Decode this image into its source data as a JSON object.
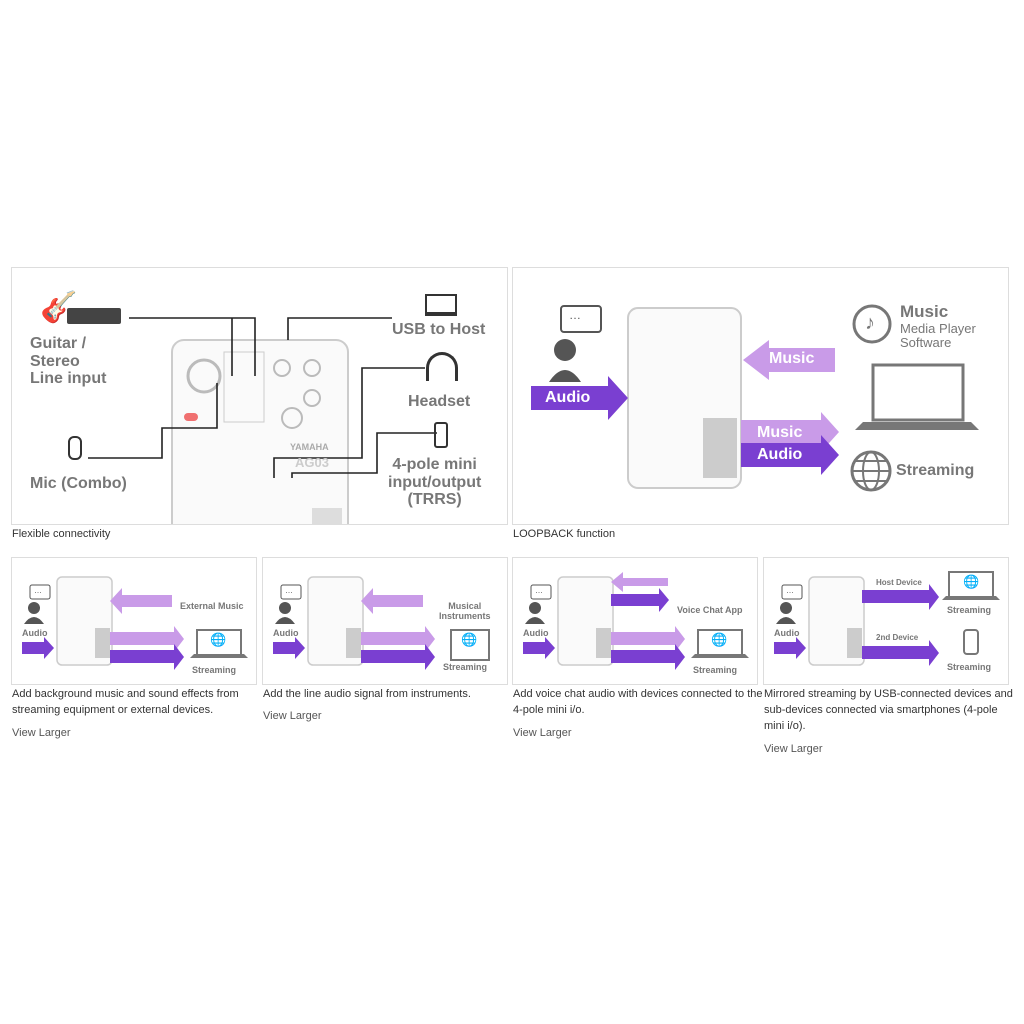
{
  "colors": {
    "purple_dark": "#7a3fd1",
    "purple_light": "#c99be8",
    "label_gray": "#777777"
  },
  "featured": [
    {
      "caption": "Flexible connectivity",
      "labels": {
        "guitar": "Guitar /\nStereo\nLine input",
        "mic": "Mic (Combo)",
        "usb": "USB to Host",
        "headset": "Headset",
        "trrs": "4-pole mini\ninput/output\n(TRRS)",
        "brand": "YAMAHA",
        "model": "AG03"
      },
      "icons": [
        "guitar-icon",
        "keyboard-icon",
        "mic-icon",
        "laptop-icon",
        "headset-icon",
        "phone-icon"
      ]
    },
    {
      "caption": "LOOPBACK function",
      "labels": {
        "audio": "Audio",
        "music_in": "Music",
        "music_out": "Music",
        "audio_out": "Audio",
        "music_title": "Music",
        "music_sub": "Media Player\nSoftware",
        "streaming": "Streaming"
      },
      "icons": [
        "user-speaking-icon",
        "music-note-icon",
        "laptop-icon",
        "globe-icon"
      ]
    }
  ],
  "gallery": [
    {
      "caption": "Add background music and sound effects from streaming equipment or external devices.",
      "link": "View Larger",
      "labels": {
        "audio": "Audio",
        "source": "External Music",
        "dest": "Streaming"
      }
    },
    {
      "caption": "Add the line audio signal from instruments.",
      "link": "View Larger",
      "labels": {
        "audio": "Audio",
        "source": "Musical\nInstruments",
        "dest": "Streaming"
      }
    },
    {
      "caption": "Add voice chat audio with devices connected to the 4-pole mini i/o.",
      "link": "View Larger",
      "labels": {
        "audio": "Audio",
        "source": "Voice Chat App",
        "dest": "Streaming"
      }
    },
    {
      "caption": "Mirrored streaming by USB-connected devices and sub-devices connected via smartphones (4-pole mini i/o).",
      "link": "View Larger",
      "labels": {
        "audio": "Audio",
        "host": "Host Device",
        "second": "2nd Device",
        "dest1": "Streaming",
        "dest2": "Streaming"
      }
    }
  ]
}
